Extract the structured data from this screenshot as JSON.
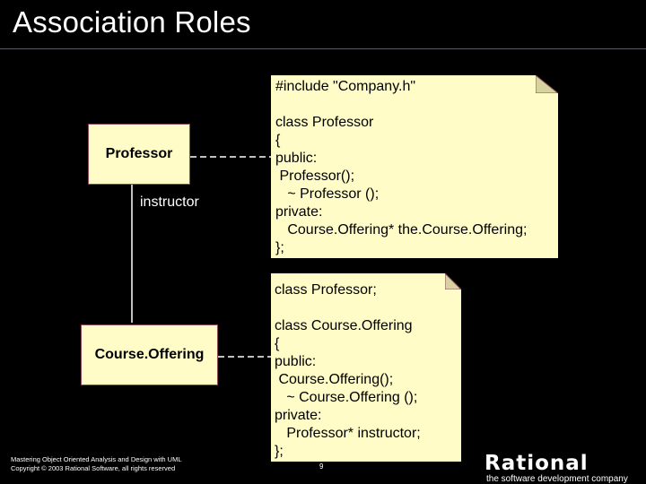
{
  "title": "Association Roles",
  "diagram": {
    "professor_class": "Professor",
    "course_class": "Course.Offering",
    "role_label": "instructor"
  },
  "notes": {
    "top": [
      "#include \"Company.h\"",
      "",
      "class Professor",
      "{",
      "public:",
      " Professor();",
      "   ~ Professor ();",
      "private:",
      "   Course.Offering* the.Course.Offering;",
      "};"
    ],
    "bottom": [
      "class Professor;",
      "",
      "class Course.Offering",
      "{",
      "public:",
      " Course.Offering();",
      "   ~ Course.Offering ();",
      "private:",
      "   Professor* instructor;",
      "};"
    ]
  },
  "footer": {
    "line1": "Mastering Object Oriented Analysis and Design with UML",
    "line2": "Copyright © 2003 Rational Software, all rights reserved"
  },
  "page_number": "9",
  "logo": {
    "word": "Rational",
    "tagline": "the software development company"
  },
  "colors": {
    "background": "#000000",
    "note_fill": "#fffcc8",
    "box_border": "#8a4a5a"
  }
}
